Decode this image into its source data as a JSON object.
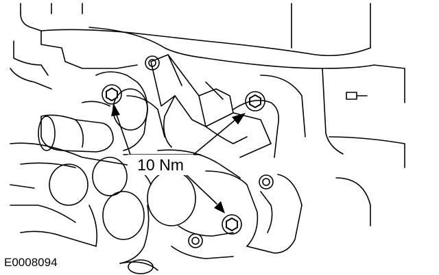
{
  "annotations": {
    "torque_spec": "10 Nm"
  },
  "figure": {
    "id": "E0008094"
  },
  "callouts": [
    {
      "name": "bolt-upper-left"
    },
    {
      "name": "bolt-upper-right"
    },
    {
      "name": "bolt-lower"
    }
  ]
}
